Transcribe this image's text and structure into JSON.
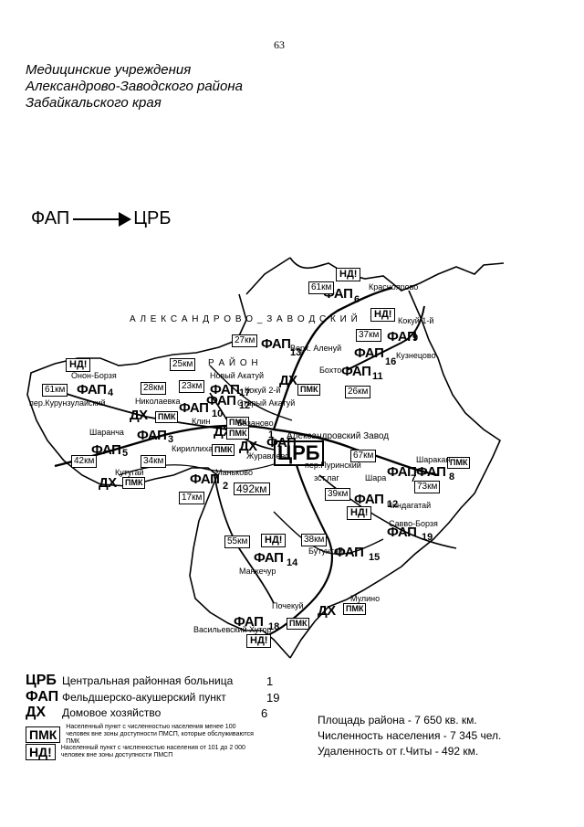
{
  "page_number": "63",
  "title_lines": [
    "Медицинские учреждения",
    "Александрово-Заводского района",
    "Забайкальского края"
  ],
  "flow": {
    "from": "ФАП",
    "to": "ЦРБ"
  },
  "district_label": "А Л Е К С А Н Д Р О В О _ З А В О Д С К И Й",
  "district_label2": "Р А Й О Н",
  "center": {
    "code": "ЦРБ",
    "name": "Александровский Завод"
  },
  "facilities": [
    {
      "code": "ФАП",
      "num": "1"
    },
    {
      "code": "ФАП",
      "num": "2"
    },
    {
      "code": "ФАП",
      "num": "3"
    },
    {
      "code": "ФАП",
      "num": "4"
    },
    {
      "code": "ФАП",
      "num": "5"
    },
    {
      "code": "ФАП",
      "num": "6"
    },
    {
      "code": "ФАП",
      "num": "7"
    },
    {
      "code": "ФАП",
      "num": "8"
    },
    {
      "code": "ФАП",
      "num": "9"
    },
    {
      "code": "ФАП",
      "num": "10"
    },
    {
      "code": "ФАП",
      "num": "11"
    },
    {
      "code": "ФАП",
      "num": "12"
    },
    {
      "code": "ФАП",
      "num": "13"
    },
    {
      "code": "ФАП",
      "num": "14"
    },
    {
      "code": "ФАП",
      "num": "15"
    },
    {
      "code": "ФАП",
      "num": "16"
    },
    {
      "code": "ФАП",
      "num": "17"
    },
    {
      "code": "ФАП",
      "num": "18"
    },
    {
      "code": "ФАП",
      "num": "19"
    }
  ],
  "dx_label": "ДХ",
  "pmk_label": "ПМК",
  "nd_label": "НД!",
  "distances": [
    "61км",
    "27км",
    "37км",
    "25км",
    "23км",
    "26км",
    "28км",
    "61км",
    "67км",
    "42км",
    "34км",
    "492км",
    "39км",
    "73км",
    "17км",
    "55км",
    "38км"
  ],
  "places": [
    "Красноярово",
    "Кокуй 1-й",
    "Кузнецово",
    "Верх. Аленуй",
    "Бохто",
    "Онон-Борзя",
    "Новый Акатуй",
    "Кокуй 2-й",
    "Николаевка",
    "Старый Акатуй",
    "пер.Курунзулайский",
    "Клин",
    "Базаново",
    "Шаранча",
    "Кириллиха",
    "Журавлево",
    "пер.Пуринский",
    "Шаракан",
    "Кутугай",
    "Маньково",
    "зст.лаг",
    "Шара",
    "Чиндагатай",
    "Савво-Борзя",
    "Бутунтай",
    "Манкечур",
    "Мулино",
    "Почекуй",
    "Васильевский Хутор"
  ],
  "legend": [
    {
      "code": "ЦРБ",
      "desc": "Центральная районная больница",
      "count": "1"
    },
    {
      "code": "ФАП",
      "desc": "Фельдшерско-акушерский пункт",
      "count": "19"
    },
    {
      "code": "ДХ",
      "desc": "Домовое хозяйство",
      "count": "6"
    }
  ],
  "legend_boxes": [
    {
      "code": "ПМК",
      "desc": "Населенный пункт с численностью населения менее 100 человек вне зоны доступности ПМСП, которые обслуживаются ПМК"
    },
    {
      "code": "НД!",
      "desc": "Населенный пункт с численностью населения от 101 до 2 000 человек вне зоны доступности ПМСП"
    }
  ],
  "stats": [
    "Площадь района - 7 650 кв. км.",
    "Численность населения - 7 345 чел.",
    "Удаленность от г.Читы - 492 км."
  ]
}
